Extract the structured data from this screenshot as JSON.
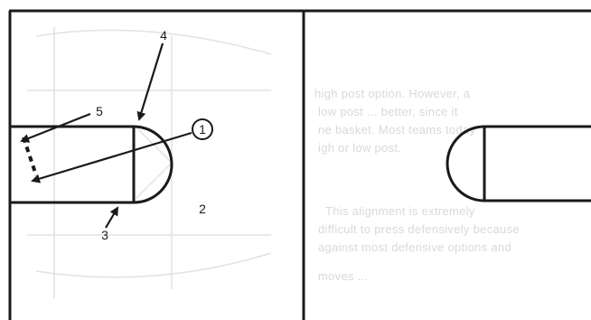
{
  "diagram": {
    "labels": {
      "player_1": "1",
      "player_2": "2",
      "player_3": "3",
      "player_4": "4",
      "player_5": "5"
    },
    "bleed_through_text": [
      "high post option. However, a",
      "low post ... better, since it",
      "ne basket. Most teams today",
      "igh or low post.",
      "This alignment is extremely",
      "difficult to press defensively because",
      "against most defensive options and",
      "moves ..."
    ]
  }
}
